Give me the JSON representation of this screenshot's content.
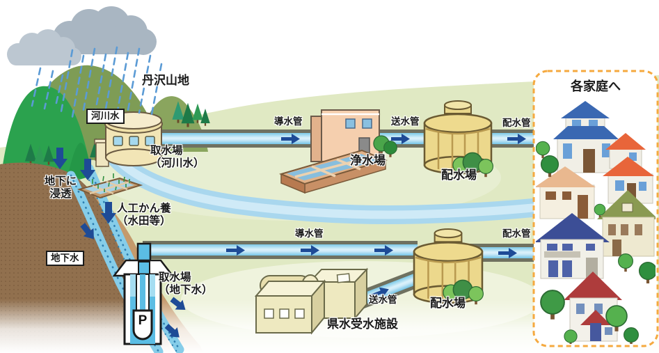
{
  "diagram": {
    "source_area": "丹沢山地",
    "river_water_tag": "河川水",
    "surface_route": {
      "intake": "取水場\n（河川水）",
      "conduit": "導水管",
      "purification_plant": "浄水場",
      "transmission_pipe": "送水管",
      "distribution_plant": "配水場",
      "distribution_pipe": "配水管"
    },
    "ground_route": {
      "infiltration": "地下に\n浸透",
      "recharge": "人工かん養\n（水田等）",
      "groundwater_tag": "地下水",
      "intake": "取水場\n（地下水）",
      "pump": "P",
      "conduit": "導水管",
      "prefectural_facility": "県水受水施設",
      "transmission_pipe": "送水管",
      "distribution_plant": "配水場",
      "distribution_pipe": "配水管"
    },
    "destination": "各家庭へ"
  },
  "colors": {
    "arrow_navy": "#1e4b96",
    "pipe_water": "#8fd0ec",
    "pipe_frame": "#6f7160",
    "river": "#a9d7ee",
    "field_green": "#e0e9c3",
    "hill_olive": "#7e9c55",
    "hill_green": "#2ba24e",
    "soil_dark": "#91704e",
    "soil_light": "#c49a6c",
    "tank_yellow": "#ecd88c",
    "plant_pink": "#f5cfae",
    "facility_cream": "#eee9c0",
    "panel_border": "#f5a93f",
    "rain_blue": "#5b9bd5",
    "cloud_gray": "#a9b6c2"
  }
}
